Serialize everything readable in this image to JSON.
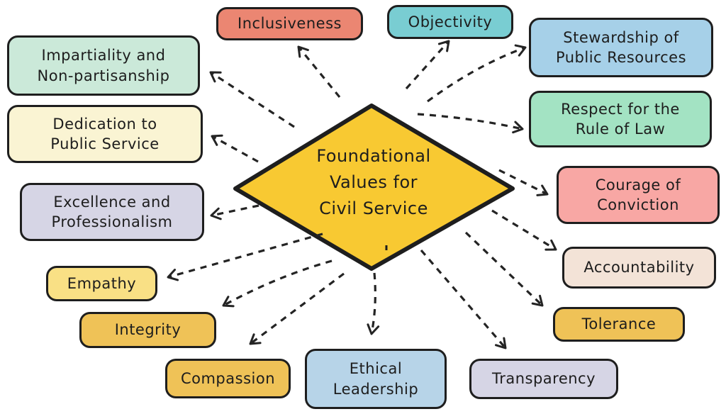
{
  "diagram": {
    "title": "Foundational Values for Civil Service",
    "center": {
      "label": "Foundational\nValues for\nCivil Service",
      "shape": "diamond",
      "color": "#f8c932",
      "stray_mark": "'"
    },
    "nodes": {
      "impartiality": {
        "label": "Impartiality and\nNon-partisanship",
        "color": "#cbe9d9"
      },
      "dedication": {
        "label": "Dedication to\nPublic Service",
        "color": "#faf4d3"
      },
      "inclusiveness": {
        "label": "Inclusiveness",
        "color": "#eb8672"
      },
      "objectivity": {
        "label": "Objectivity",
        "color": "#79cdd2"
      },
      "stewardship": {
        "label": "Stewardship of\nPublic Resources",
        "color": "#a6d0e8"
      },
      "respect": {
        "label": "Respect for the\nRule of Law",
        "color": "#a3e3c3"
      },
      "courage": {
        "label": "Courage of\nConviction",
        "color": "#f8a7a4"
      },
      "excellence": {
        "label": "Excellence and\nProfessionalism",
        "color": "#d6d5e5"
      },
      "accountability": {
        "label": "Accountability",
        "color": "#f3e3d7"
      },
      "empathy": {
        "label": "Empathy",
        "color": "#f9e085"
      },
      "tolerance": {
        "label": "Tolerance",
        "color": "#efc257"
      },
      "integrity": {
        "label": "Integrity",
        "color": "#efc257"
      },
      "compassion": {
        "label": "Compassion",
        "color": "#efc257"
      },
      "ethical": {
        "label": "Ethical\nLeadership",
        "color": "#b7d4e8"
      },
      "transparency": {
        "label": "Transparency",
        "color": "#d6d5e5"
      }
    },
    "edges": [
      {
        "from": "center",
        "to": "inclusiveness"
      },
      {
        "from": "center",
        "to": "objectivity"
      },
      {
        "from": "center",
        "to": "stewardship"
      },
      {
        "from": "center",
        "to": "impartiality"
      },
      {
        "from": "center",
        "to": "dedication"
      },
      {
        "from": "center",
        "to": "respect"
      },
      {
        "from": "center",
        "to": "courage"
      },
      {
        "from": "center",
        "to": "accountability"
      },
      {
        "from": "center",
        "to": "tolerance"
      },
      {
        "from": "center",
        "to": "transparency"
      },
      {
        "from": "center",
        "to": "ethical"
      },
      {
        "from": "center",
        "to": "compassion"
      },
      {
        "from": "center",
        "to": "integrity"
      },
      {
        "from": "center",
        "to": "empathy"
      },
      {
        "from": "center",
        "to": "excellence"
      }
    ],
    "style": {
      "edge_style": "dashed-arrow",
      "edge_color": "#242424",
      "border_color": "#1e1e1e",
      "text_color": "#1d1d1d",
      "background": "#ffffff"
    }
  }
}
